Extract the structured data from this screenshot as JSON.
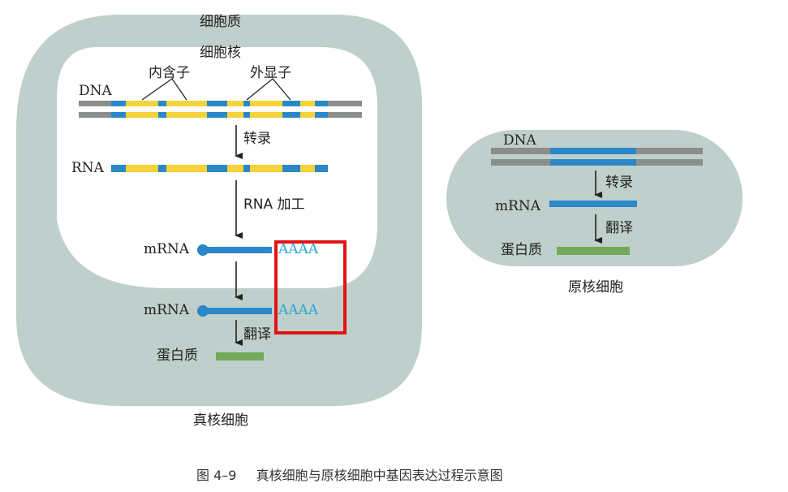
{
  "eukaryote": {
    "cytoplasm_label": "细胞质",
    "nucleus_label": "细胞核",
    "intron_label": "内含子",
    "exon_label": "外显子",
    "dna_label": "DNA",
    "transcription_label": "转录",
    "rna_label": "RNA",
    "rna_processing_label": "RNA 加工",
    "mrna_label_1": "mRNA",
    "polya_1": "AAAA",
    "mrna_label_2": "mRNA",
    "polya_2": "AAAA",
    "translation_label": "翻译",
    "protein_label": "蛋白质",
    "cell_name": "真核细胞"
  },
  "prokaryote": {
    "dna_label": "DNA",
    "transcription_label": "转录",
    "mrna_label": "mRNA",
    "translation_label": "翻译",
    "protein_label": "蛋白质",
    "cell_name": "原核细胞"
  },
  "caption": {
    "figure_number": "图 4–9",
    "text": "真核细胞与原核细胞中基因表达过程示意图"
  },
  "colors": {
    "cytoplasm": "#bfcfcb",
    "nucleus": "#ffffff",
    "exon": "#2a87c8",
    "intron": "#f7d23a",
    "dna_flank": "#8a8f8e",
    "protein": "#74a95a",
    "polya_text": "#2aa7d9",
    "highlight_box": "#e11414",
    "arrow": "#222222"
  },
  "icons": {
    "arrow": "down-arrow-icon"
  }
}
